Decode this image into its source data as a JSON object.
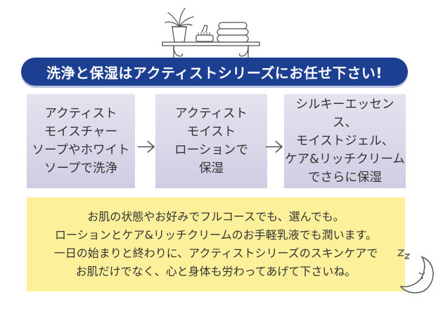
{
  "banner": {
    "title": "洗浄と保湿はアクティストシリーズにお任せ下さい!"
  },
  "steps": [
    {
      "text": "アクティスト\nモイスチャー\nソープやホワイト\nソープで洗浄"
    },
    {
      "text": "アクティスト\nモイスト\nローションで\n保湿"
    },
    {
      "text": "シルキーエッセンス、\nモイストジェル、\nケア&リッチクリーム\nでさらに保湿"
    }
  ],
  "message": {
    "text": "お肌の状態やお好みでフルコースでも、選んでも。\nローションとケア&リッチクリームのお手軽乳液でも潤います。\n一日の始まりと終わりに、アクティストシリーズのスキンケアで\nお肌だけでなく、心と身体も労わってあげて下さいね。"
  },
  "icons": {
    "shelf": "shelf-with-plant-brush-towels-icon",
    "arrow": "arrow-right-icon",
    "moon": "sleeping-moon-icon"
  },
  "colors": {
    "banner_bg": "#1c3f92",
    "banner_text": "#ffffff",
    "step_bg": "#d9d8e8",
    "message_bg": "#fcf09b",
    "text": "#333333"
  }
}
